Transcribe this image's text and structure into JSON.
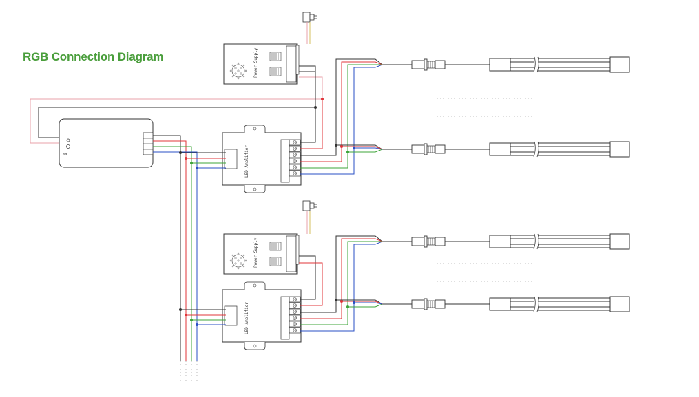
{
  "diagram": {
    "title": "RGB Connection Diagram",
    "title_color": "#4a9e3c",
    "power_supply_label": "Power Supply",
    "amplifier_label": "LED Amplifier",
    "controller_port_label": "⊖⊕",
    "wire_colors": {
      "common": "#333333",
      "red": "#e0343a",
      "green": "#3ea43a",
      "blue": "#2a4fc4",
      "power": "#e8a0a8"
    }
  }
}
